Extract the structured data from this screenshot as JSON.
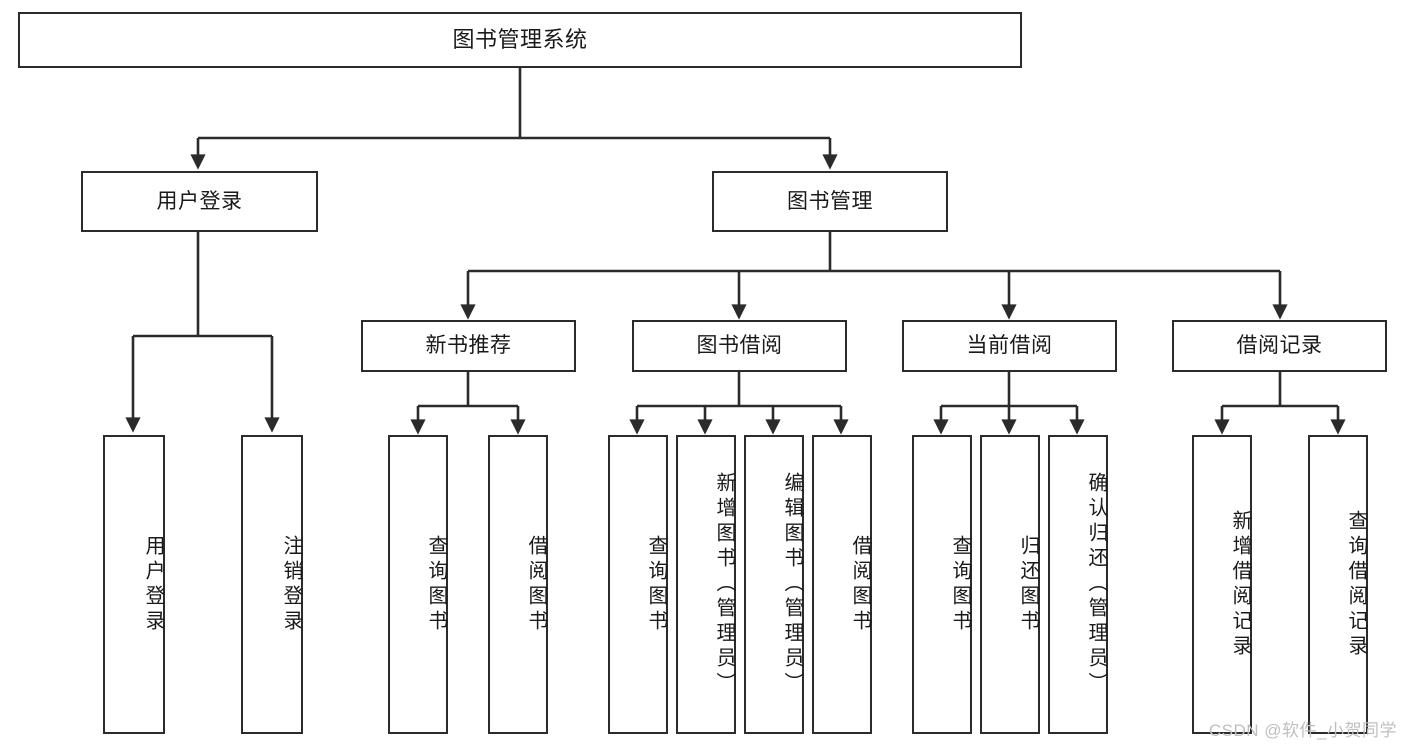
{
  "diagram": {
    "type": "tree",
    "title": "图书管理系统",
    "stroke_color": "#2b2b2b",
    "fill_color": "#ffffff",
    "watermark": "CSDN @软件_小贺同学",
    "nodes": {
      "root": {
        "label": "图书管理系统"
      },
      "l2": [
        {
          "id": "user-login",
          "label": "用户登录"
        },
        {
          "id": "book-manage",
          "label": "图书管理"
        }
      ],
      "l3": [
        {
          "id": "new-book-recommend",
          "label": "新书推荐"
        },
        {
          "id": "book-borrow",
          "label": "图书借阅"
        },
        {
          "id": "current-borrow",
          "label": "当前借阅"
        },
        {
          "id": "borrow-record",
          "label": "借阅记录"
        }
      ],
      "leaves": [
        {
          "id": "leaf-user-login",
          "label": "用户登录",
          "parent": "用户登录"
        },
        {
          "id": "leaf-user-logout",
          "label": "注销登录",
          "parent": "用户登录"
        },
        {
          "id": "leaf-query-book-1",
          "label": "查询图书",
          "parent": "新书推荐"
        },
        {
          "id": "leaf-borrow-book-1",
          "label": "借阅图书",
          "parent": "新书推荐"
        },
        {
          "id": "leaf-query-book-2",
          "label": "查询图书",
          "parent": "图书借阅"
        },
        {
          "id": "leaf-add-book",
          "label": "新增图书（管理员）",
          "parent": "图书借阅"
        },
        {
          "id": "leaf-edit-book",
          "label": "编辑图书（管理员）",
          "parent": "图书借阅"
        },
        {
          "id": "leaf-borrow-book-2",
          "label": "借阅图书",
          "parent": "图书借阅"
        },
        {
          "id": "leaf-query-book-3",
          "label": "查询图书",
          "parent": "当前借阅"
        },
        {
          "id": "leaf-return-book",
          "label": "归还图书",
          "parent": "当前借阅"
        },
        {
          "id": "leaf-confirm-return",
          "label": "确认归还（管理员）",
          "parent": "当前借阅"
        },
        {
          "id": "leaf-add-record",
          "label": "新增借阅记录",
          "parent": "借阅记录"
        },
        {
          "id": "leaf-query-record",
          "label": "查询借阅记录",
          "parent": "借阅记录"
        }
      ]
    }
  }
}
